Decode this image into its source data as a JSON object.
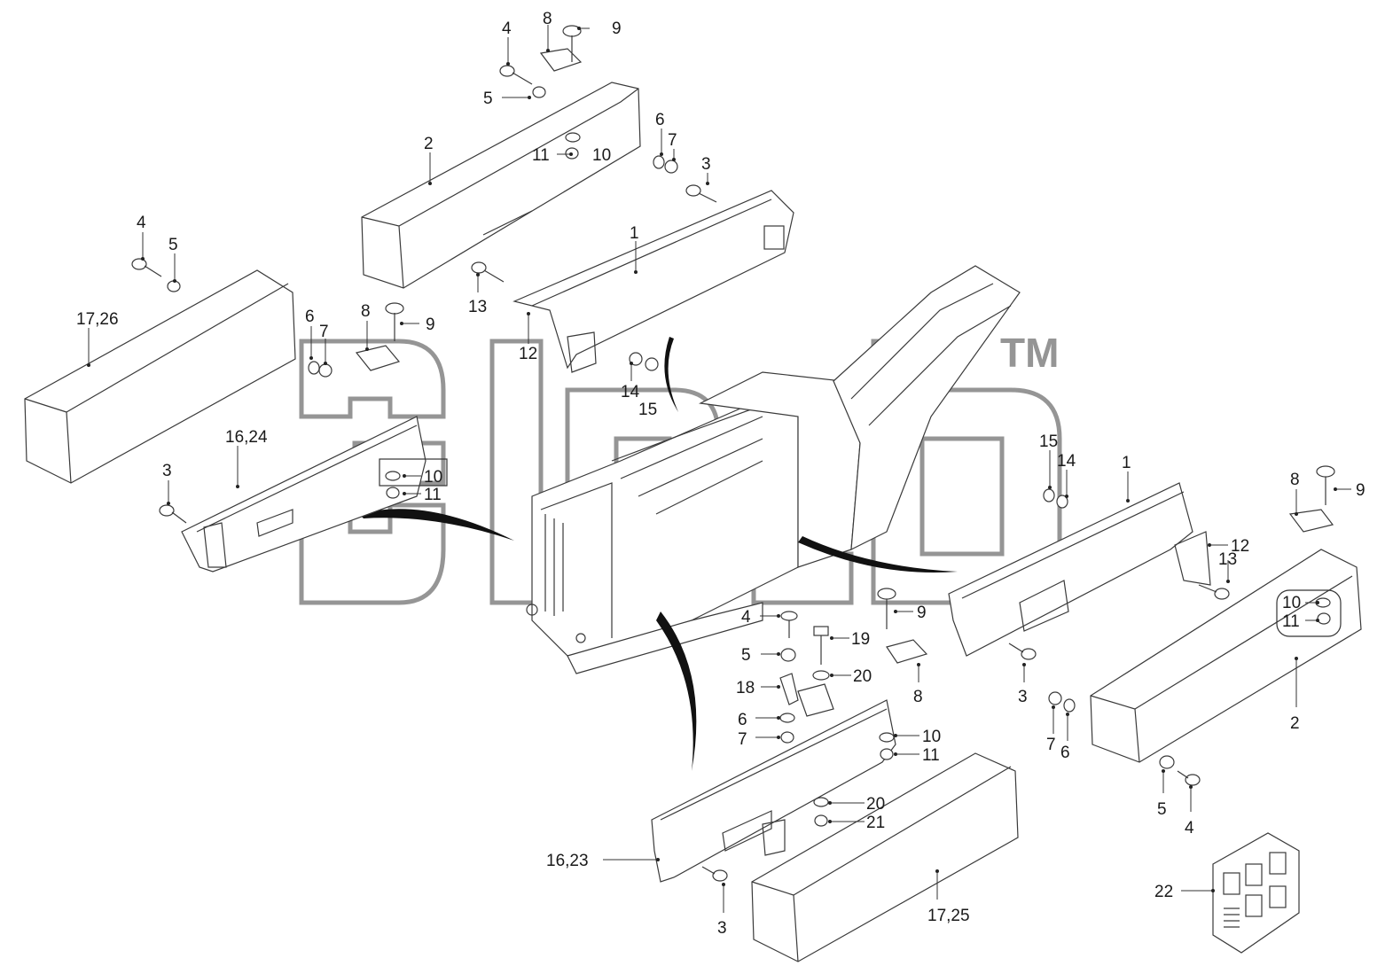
{
  "watermark": {
    "trademark": "TM"
  },
  "labels": [
    {
      "id": "l-4a",
      "text": "4"
    },
    {
      "id": "l-8a",
      "text": "8"
    },
    {
      "id": "l-9a",
      "text": "9"
    },
    {
      "id": "l-5a",
      "text": "5"
    },
    {
      "id": "l-2a",
      "text": "2"
    },
    {
      "id": "l-6a",
      "text": "6"
    },
    {
      "id": "l-7a",
      "text": "7"
    },
    {
      "id": "l-11a",
      "text": "11"
    },
    {
      "id": "l-10a",
      "text": "10"
    },
    {
      "id": "l-3a",
      "text": "3"
    },
    {
      "id": "l-1a",
      "text": "1"
    },
    {
      "id": "l-4b",
      "text": "4"
    },
    {
      "id": "l-5b",
      "text": "5"
    },
    {
      "id": "l-1726",
      "text": "17,26"
    },
    {
      "id": "l-6b",
      "text": "6"
    },
    {
      "id": "l-7b",
      "text": "7"
    },
    {
      "id": "l-8b",
      "text": "8"
    },
    {
      "id": "l-9b",
      "text": "9"
    },
    {
      "id": "l-13a",
      "text": "13"
    },
    {
      "id": "l-12a",
      "text": "12"
    },
    {
      "id": "l-14a",
      "text": "14"
    },
    {
      "id": "l-15a",
      "text": "15"
    },
    {
      "id": "l-1624",
      "text": "16,24"
    },
    {
      "id": "l-10b",
      "text": "10"
    },
    {
      "id": "l-11b",
      "text": "11"
    },
    {
      "id": "l-3b",
      "text": "3"
    },
    {
      "id": "l-15b",
      "text": "15"
    },
    {
      "id": "l-14b",
      "text": "14"
    },
    {
      "id": "l-1b",
      "text": "1"
    },
    {
      "id": "l-8c",
      "text": "8"
    },
    {
      "id": "l-9c",
      "text": "9"
    },
    {
      "id": "l-12b",
      "text": "12"
    },
    {
      "id": "l-13b",
      "text": "13"
    },
    {
      "id": "l-10c",
      "text": "10"
    },
    {
      "id": "l-11c",
      "text": "11"
    },
    {
      "id": "l-4c",
      "text": "4"
    },
    {
      "id": "l-9d",
      "text": "9"
    },
    {
      "id": "l-19",
      "text": "19"
    },
    {
      "id": "l-5c",
      "text": "5"
    },
    {
      "id": "l-20a",
      "text": "20"
    },
    {
      "id": "l-18",
      "text": "18"
    },
    {
      "id": "l-8d",
      "text": "8"
    },
    {
      "id": "l-3c",
      "text": "3"
    },
    {
      "id": "l-6c",
      "text": "6"
    },
    {
      "id": "l-7c",
      "text": "7"
    },
    {
      "id": "l-10d",
      "text": "10"
    },
    {
      "id": "l-11d",
      "text": "11"
    },
    {
      "id": "l-7d",
      "text": "7"
    },
    {
      "id": "l-6d",
      "text": "6"
    },
    {
      "id": "l-2b",
      "text": "2"
    },
    {
      "id": "l-20b",
      "text": "20"
    },
    {
      "id": "l-21",
      "text": "21"
    },
    {
      "id": "l-5d",
      "text": "5"
    },
    {
      "id": "l-4d",
      "text": "4"
    },
    {
      "id": "l-1623",
      "text": "16,23"
    },
    {
      "id": "l-1725",
      "text": "17,25"
    },
    {
      "id": "l-22",
      "text": "22"
    },
    {
      "id": "l-3d",
      "text": "3"
    }
  ]
}
